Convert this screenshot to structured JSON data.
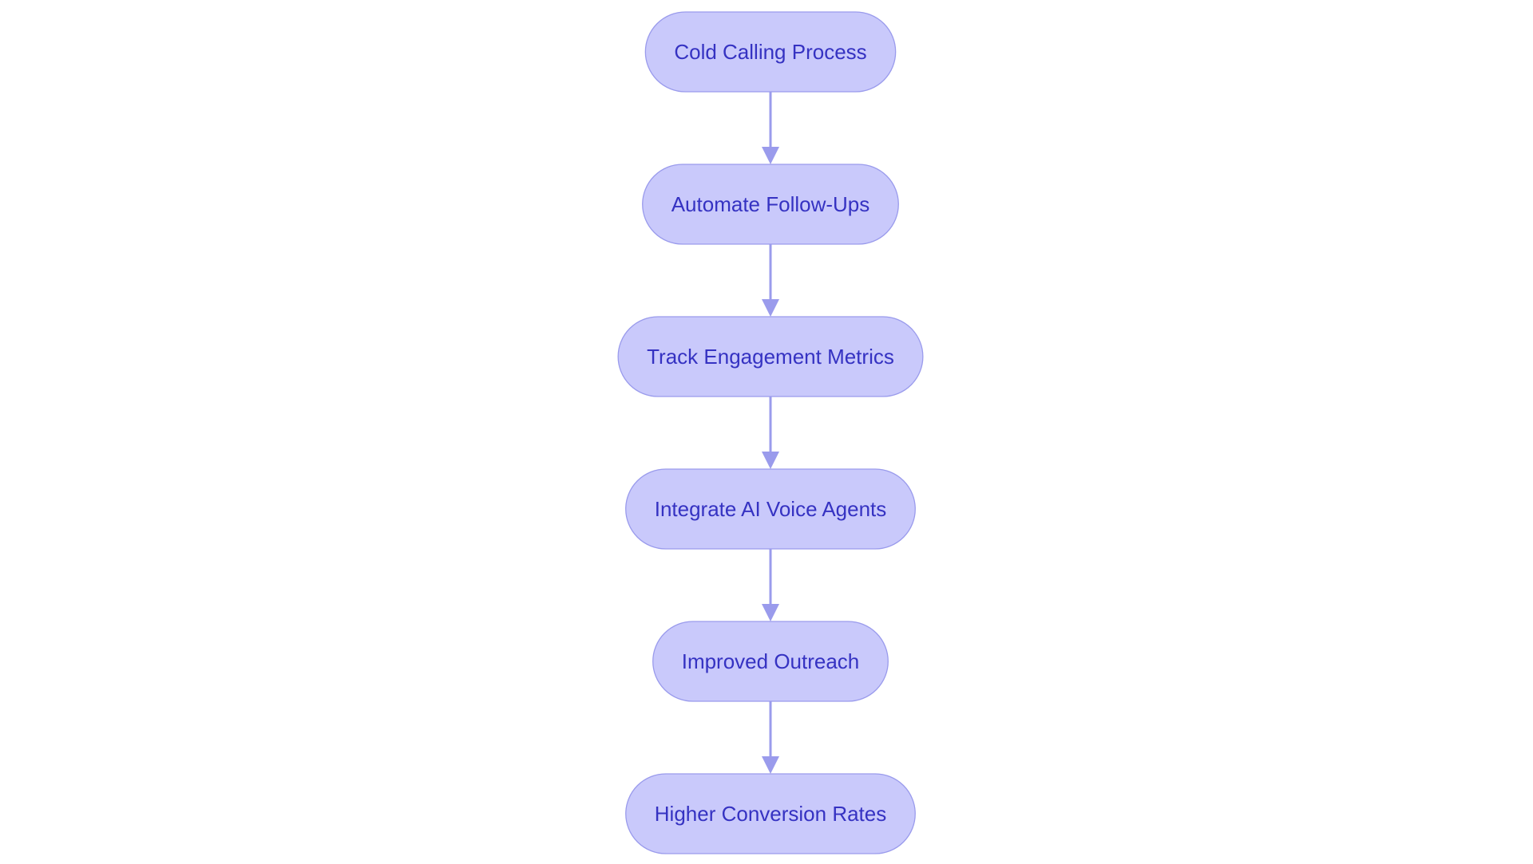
{
  "diagram": {
    "type": "flowchart",
    "direction": "top-to-bottom",
    "node_shape": "stadium",
    "colors": {
      "node_fill": "#c9c9fb",
      "node_border": "#9a9bec",
      "node_text": "#3532c2",
      "edge": "#9a9bec",
      "background": "#ffffff"
    },
    "nodes": [
      {
        "id": "n1",
        "label": "Cold Calling Process"
      },
      {
        "id": "n2",
        "label": "Automate Follow-Ups"
      },
      {
        "id": "n3",
        "label": "Track Engagement Metrics"
      },
      {
        "id": "n4",
        "label": "Integrate AI Voice Agents"
      },
      {
        "id": "n5",
        "label": "Improved Outreach"
      },
      {
        "id": "n6",
        "label": "Higher Conversion Rates"
      }
    ],
    "edges": [
      {
        "from": "n1",
        "to": "n2"
      },
      {
        "from": "n2",
        "to": "n3"
      },
      {
        "from": "n3",
        "to": "n4"
      },
      {
        "from": "n4",
        "to": "n5"
      },
      {
        "from": "n5",
        "to": "n6"
      }
    ]
  }
}
